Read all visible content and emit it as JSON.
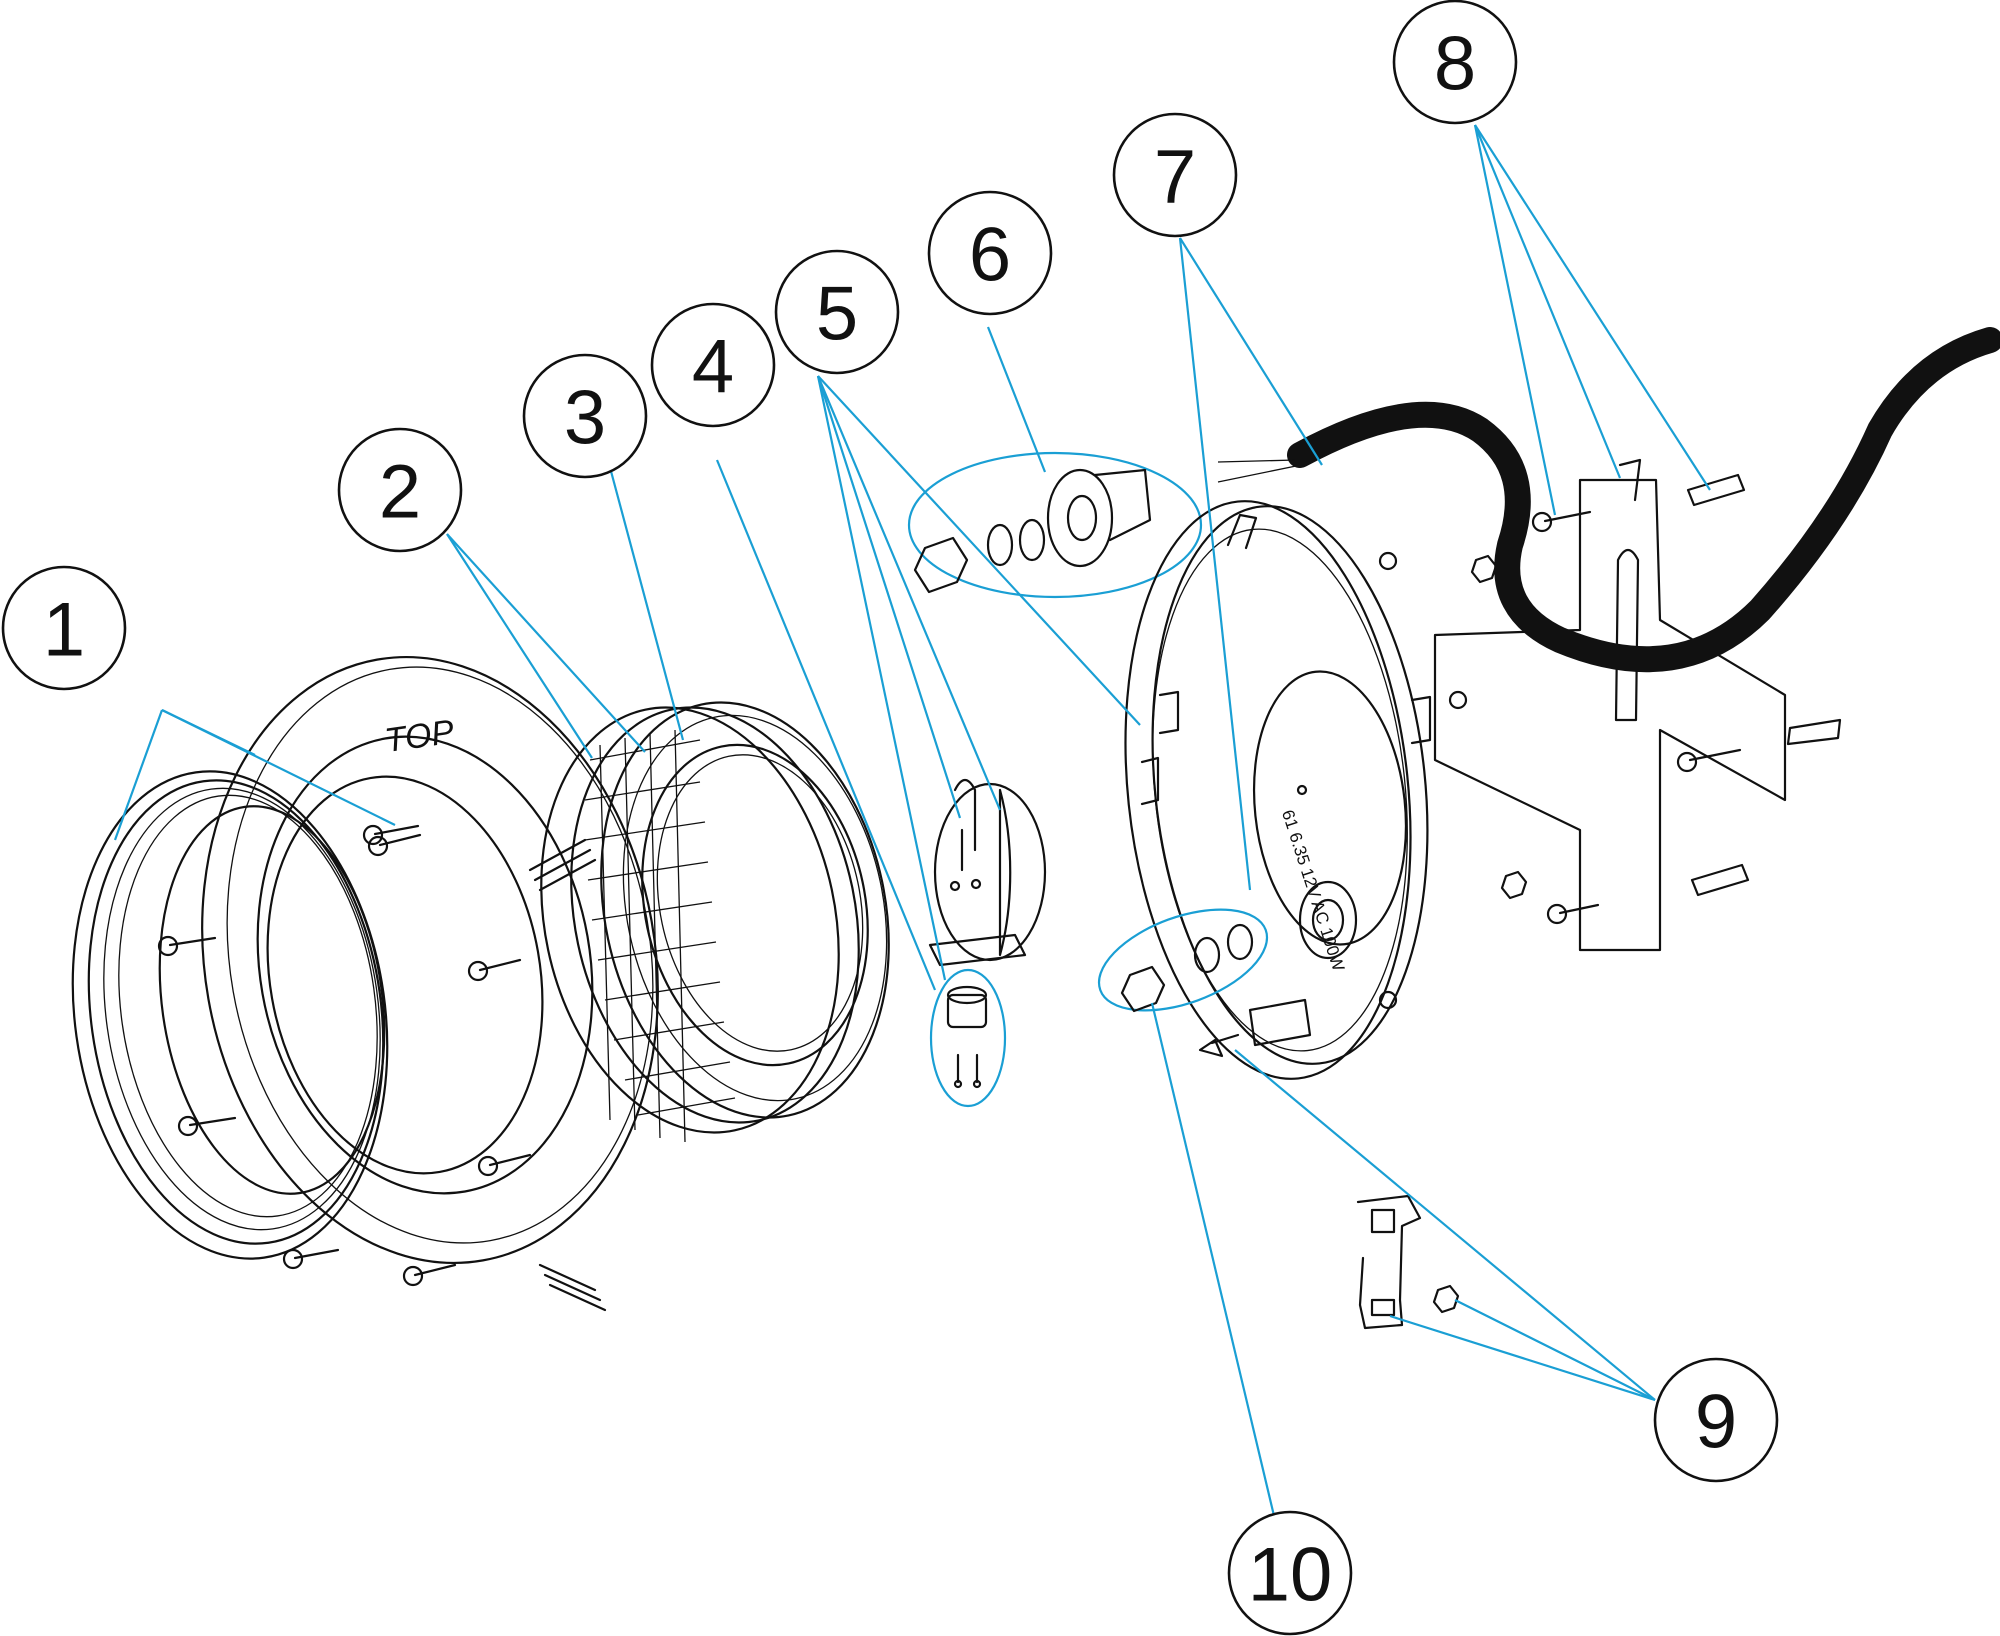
{
  "diagram": {
    "type": "exploded-parts-view",
    "callouts": [
      {
        "id": "1",
        "label": "1"
      },
      {
        "id": "2",
        "label": "2"
      },
      {
        "id": "3",
        "label": "3"
      },
      {
        "id": "4",
        "label": "4"
      },
      {
        "id": "5",
        "label": "5"
      },
      {
        "id": "6",
        "label": "6"
      },
      {
        "id": "7",
        "label": "7"
      },
      {
        "id": "8",
        "label": "8"
      },
      {
        "id": "9",
        "label": "9"
      },
      {
        "id": "10",
        "label": "10"
      }
    ],
    "engravings": {
      "top_mark": "TOP",
      "rating": "61 6.35 12V AC 100W"
    },
    "colors": {
      "line": "#111111",
      "leader": "#1a9fd4",
      "background": "#ffffff"
    }
  }
}
